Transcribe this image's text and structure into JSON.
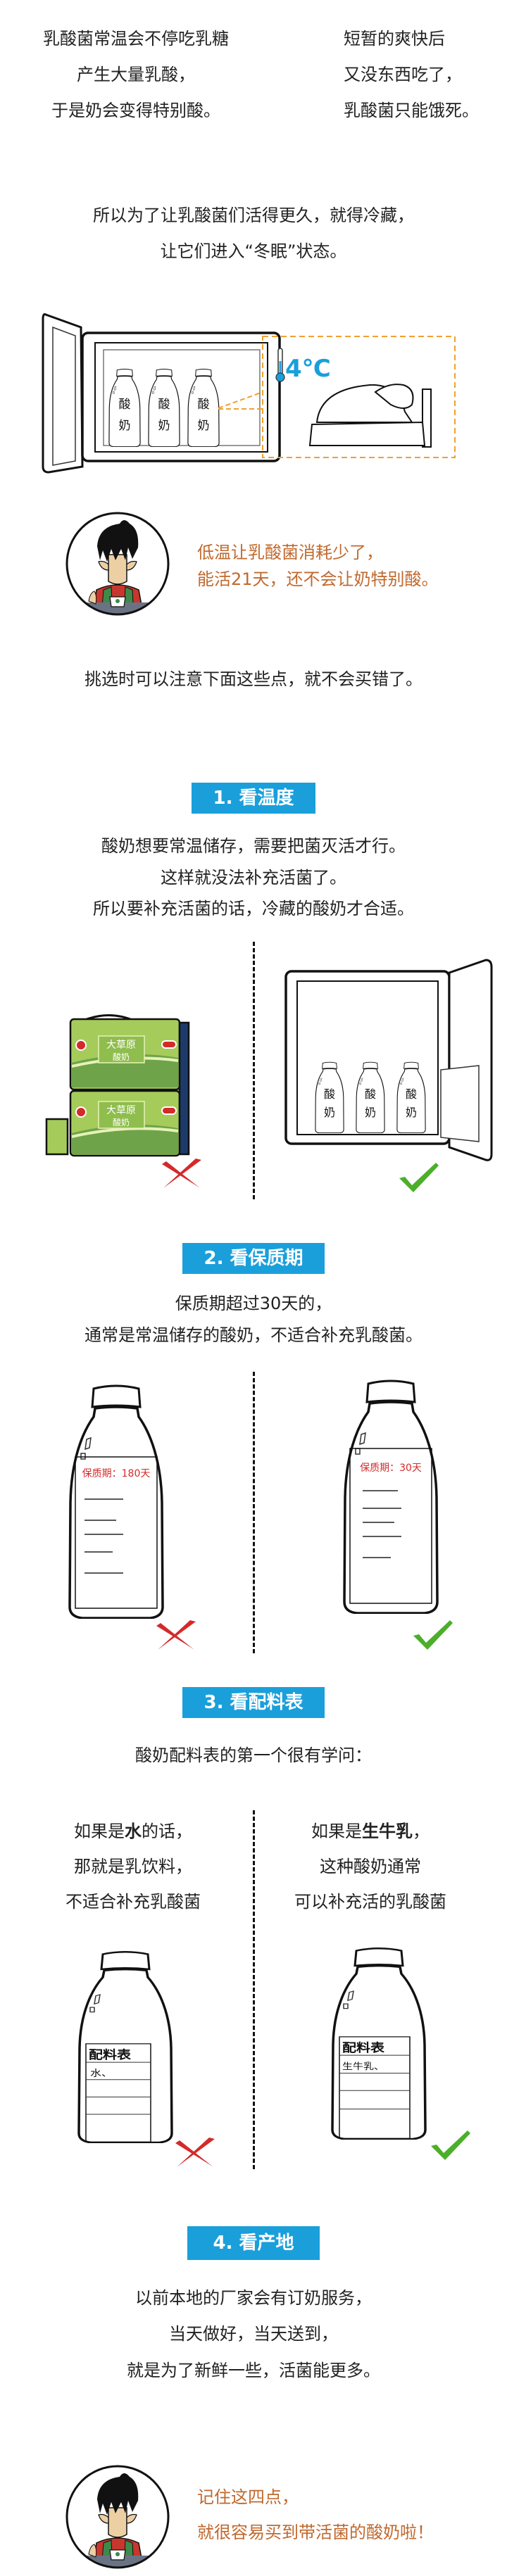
{
  "intro": {
    "left_lines": [
      "乳酸菌常温会不停吃乳糖",
      "产生大量乳酸，",
      "于是奶会变得特别酸。"
    ],
    "right_lines": [
      "短暂的爽快后",
      "又没东西吃了，",
      "乳酸菌只能饿死。"
    ]
  },
  "hibernate": {
    "lines": [
      "所以为了让乳酸菌们活得更久，就得冷藏，",
      "让它们进入“冬眠”状态。"
    ],
    "temp": "4℃",
    "bottle_label": {
      "top": "酸",
      "bottom": "奶"
    }
  },
  "note1": {
    "lines": [
      "低温让乳酸菌消耗少了，",
      "能活21天，还不会让奶特别酸。"
    ]
  },
  "tip_intro": "挑选时可以注意下面这些点，就不会买错了。",
  "sections": [
    {
      "title": "1. 看温度",
      "lines": [
        "酸奶想要常温储存，需要把菌灭活才行。",
        "这样就没法补充活菌了。",
        "所以要补充活菌的话，冷藏的酸奶才合适。"
      ],
      "box_brand": "大草原",
      "box_product": "酸奶"
    },
    {
      "title": "2. 看保质期",
      "lines": [
        "保质期超过30天的，",
        "通常是常温储存的酸奶，不适合补充乳酸菌。"
      ],
      "left_label": "保质期：180天",
      "right_label": "保质期：30天"
    },
    {
      "title": "3. 看配料表",
      "lines": [
        "酸奶配料表的第一个很有学问："
      ],
      "left": {
        "pre": "如果是",
        "bold": "水",
        "post": "的话，",
        "lines": [
          "那就是乳饮料，",
          "不适合补充乳酸菌"
        ]
      },
      "right": {
        "pre": "如果是",
        "bold": "生牛乳",
        "post": "，",
        "lines": [
          "这种酸奶通常",
          "可以补充活的乳酸菌"
        ]
      },
      "label_title": "配料表",
      "left_ingredient": "水、",
      "right_ingredient": "生牛乳、"
    },
    {
      "title": "4. 看产地",
      "lines": [
        "以前本地的厂家会有订奶服务，",
        "当天做好，当天送到，",
        "就是为了新鲜一些，活菌能更多。"
      ]
    }
  ],
  "note2": {
    "lines": [
      "记住这四点，",
      "就很容易买到带活菌的酸奶啦！"
    ]
  },
  "colors": {
    "accent": "#1a9fdb",
    "note": "#c0692e",
    "wrong": "#d42a2a",
    "right": "#4caf2a",
    "dashed_box": "#f0a030"
  }
}
